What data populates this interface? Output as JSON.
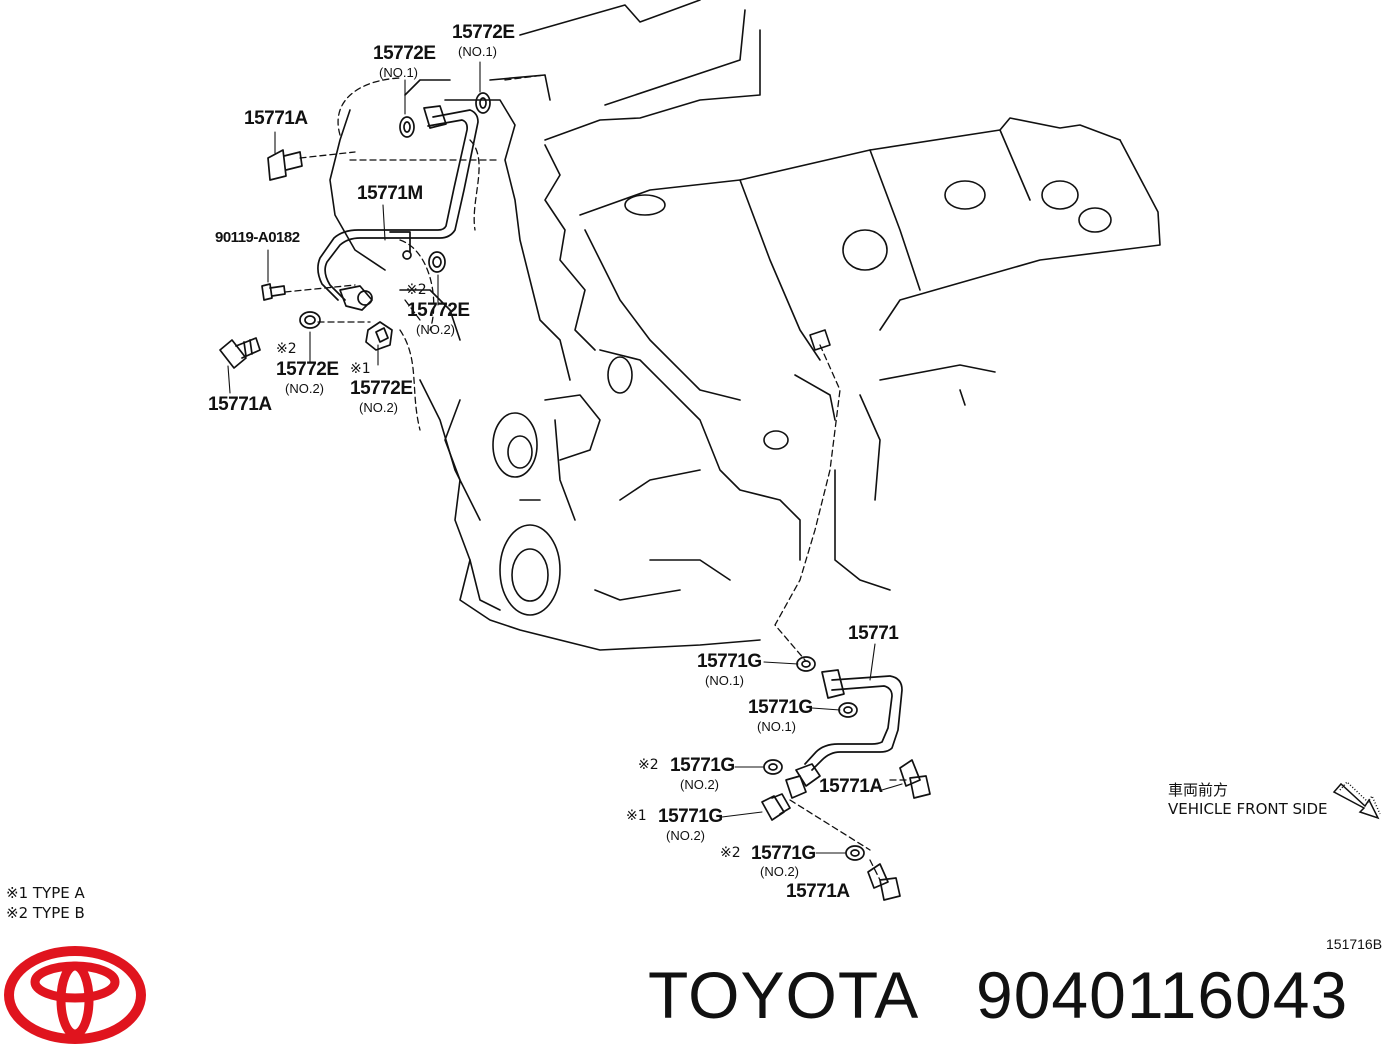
{
  "labels": {
    "top_e1_a": {
      "code": "15772E",
      "sub": "(NO.1)"
    },
    "top_e1_b": {
      "code": "15772E",
      "sub": "(NO.1)"
    },
    "top_a_upper": {
      "code": "15771A"
    },
    "top_m": {
      "code": "15771M"
    },
    "top_bolt": {
      "code": "90119-A0182"
    },
    "top_e2_right": {
      "mark": "※2",
      "code": "15772E",
      "sub": "(NO.2)"
    },
    "top_e2_left": {
      "mark": "※2",
      "code": "15772E",
      "sub": "(NO.2)"
    },
    "top_e2_center": {
      "mark": "※1",
      "code": "15772E",
      "sub": "(NO.2)"
    },
    "top_a_lower": {
      "code": "15771A"
    },
    "bot_pipe": {
      "code": "15771"
    },
    "bot_g1_a": {
      "code": "15771G",
      "sub": "(NO.1)"
    },
    "bot_g1_b": {
      "code": "15771G",
      "sub": "(NO.1)"
    },
    "bot_g2_a": {
      "mark": "※2",
      "code": "15771G",
      "sub": "(NO.2)"
    },
    "bot_a_upper": {
      "code": "15771A"
    },
    "bot_g2_b": {
      "mark": "※1",
      "code": "15771G",
      "sub": "(NO.2)"
    },
    "bot_g2_c": {
      "mark": "※2",
      "code": "15771G",
      "sub": "(NO.2)"
    },
    "bot_a_lower": {
      "code": "15771A"
    }
  },
  "direction": {
    "jp": "車両前方",
    "en": "VEHICLE FRONT SIDE"
  },
  "legend": [
    "※1 TYPE A",
    "※2 TYPE B"
  ],
  "figure_code": "151716B",
  "brand": {
    "name": "TOYOTA",
    "part_number": "9040116043",
    "logo_color": "#e0141e"
  },
  "icons": [
    "toyota-logo-icon",
    "direction-arrow-icon"
  ]
}
